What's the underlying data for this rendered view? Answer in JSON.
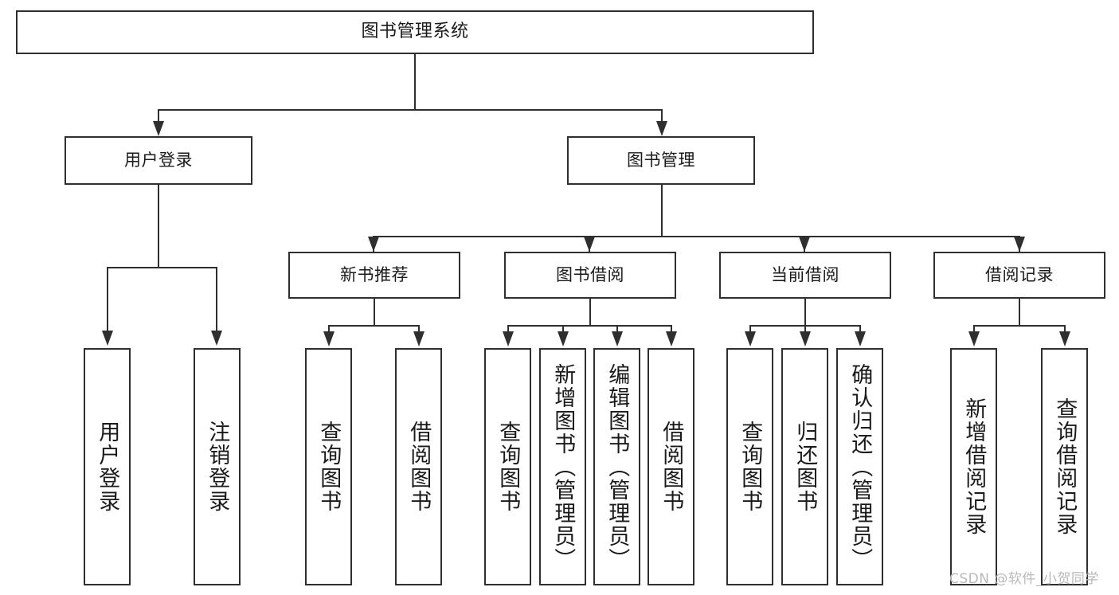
{
  "diagram": {
    "title": "图书管理系统",
    "type": "tree",
    "colors": {
      "stroke": "#2f2f2f",
      "fill": "#ffffff",
      "text": "#1a1a1a",
      "watermark": "#b9b9b9"
    },
    "levels": {
      "level1": [
        {
          "id": "root",
          "label": "图书管理系统"
        }
      ],
      "level2": [
        {
          "id": "user-login",
          "label": "用户登录"
        },
        {
          "id": "book-manage",
          "label": "图书管理"
        }
      ],
      "level3": [
        {
          "id": "new-book-rec",
          "label": "新书推荐"
        },
        {
          "id": "book-borrow",
          "label": "图书借阅"
        },
        {
          "id": "current-borrow",
          "label": "当前借阅"
        },
        {
          "id": "borrow-record",
          "label": "借阅记录"
        }
      ],
      "level4": {
        "user_login_children": [
          {
            "id": "leaf-user-login",
            "label": "用户登录"
          },
          {
            "id": "leaf-logout",
            "label": "注销登录"
          }
        ],
        "new_book_rec_children": [
          {
            "id": "leaf-query-book-1",
            "label": "查询图书"
          },
          {
            "id": "leaf-borrow-book-1",
            "label": "借阅图书"
          }
        ],
        "book_borrow_children": [
          {
            "id": "leaf-query-book-2",
            "label": "查询图书"
          },
          {
            "id": "leaf-add-book",
            "label": "新增图书（管理员）"
          },
          {
            "id": "leaf-edit-book",
            "label": "编辑图书（管理员）"
          },
          {
            "id": "leaf-borrow-book-2",
            "label": "借阅图书"
          }
        ],
        "current_borrow_children": [
          {
            "id": "leaf-query-book-3",
            "label": "查询图书"
          },
          {
            "id": "leaf-return-book",
            "label": "归还图书"
          },
          {
            "id": "leaf-confirm-return",
            "label": "确认归还（管理员）"
          }
        ],
        "borrow_record_children": [
          {
            "id": "leaf-add-record",
            "label": "新增借阅记录"
          },
          {
            "id": "leaf-query-record",
            "label": "查询借阅记录"
          }
        ]
      }
    }
  },
  "watermark": {
    "text": "CSDN @软件_小贺同学"
  }
}
